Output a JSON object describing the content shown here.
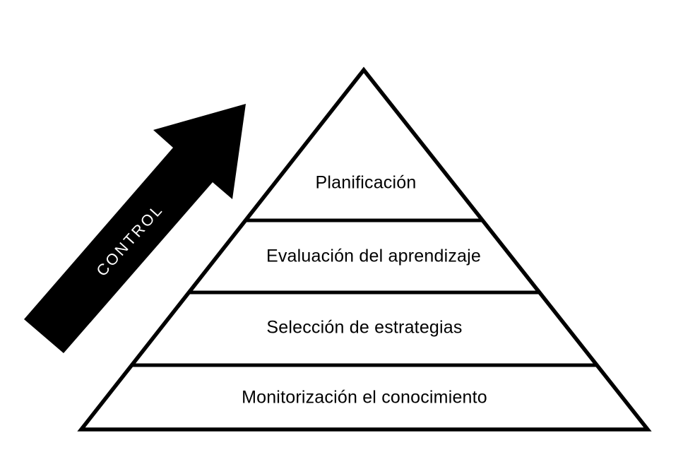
{
  "diagram": {
    "type": "pyramid",
    "colors": {
      "stroke": "#000000",
      "fill": "#ffffff",
      "arrow_fill": "#000000",
      "arrow_text": "#ffffff",
      "text": "#000000"
    },
    "arrow": {
      "label": "CONTROL",
      "direction": "up-right"
    },
    "pyramid": {
      "levels": [
        {
          "label": "Planificación"
        },
        {
          "label": "Evaluación del aprendizaje"
        },
        {
          "label": "Selección de estrategias"
        },
        {
          "label": "Monitorización el conocimiento"
        }
      ]
    }
  }
}
